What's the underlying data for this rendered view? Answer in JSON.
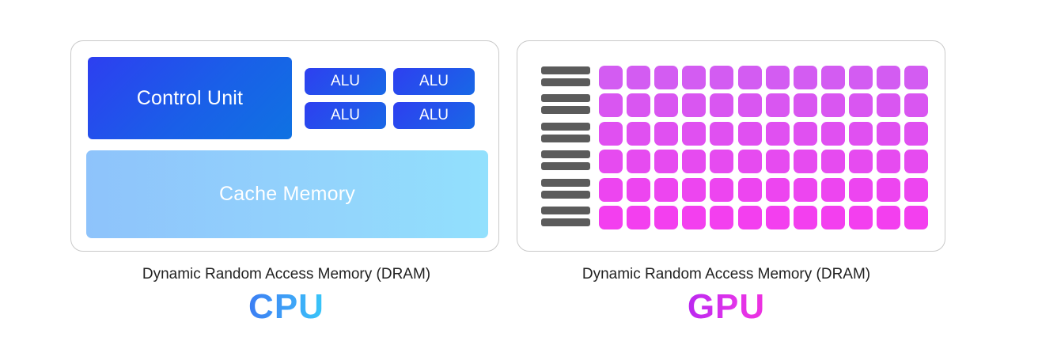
{
  "cpu": {
    "control_unit_label": "Control Unit",
    "alu_labels": [
      "ALU",
      "ALU",
      "ALU",
      "ALU"
    ],
    "cache_label": "Cache Memory",
    "dram_label": "Dynamic Random Access Memory (DRAM)",
    "title": "CPU"
  },
  "gpu": {
    "control_bar_count": 12,
    "core_rows": 6,
    "core_columns": 12,
    "dram_label": "Dynamic Random Access Memory (DRAM)",
    "title": "GPU"
  },
  "colors": {
    "control_bar": "#5b5b5b",
    "core_top": "#d35cf2",
    "core_bottom": "#f33fef",
    "cpu_blue": "#1a5fe8",
    "cache_blue": "#90cffb"
  }
}
